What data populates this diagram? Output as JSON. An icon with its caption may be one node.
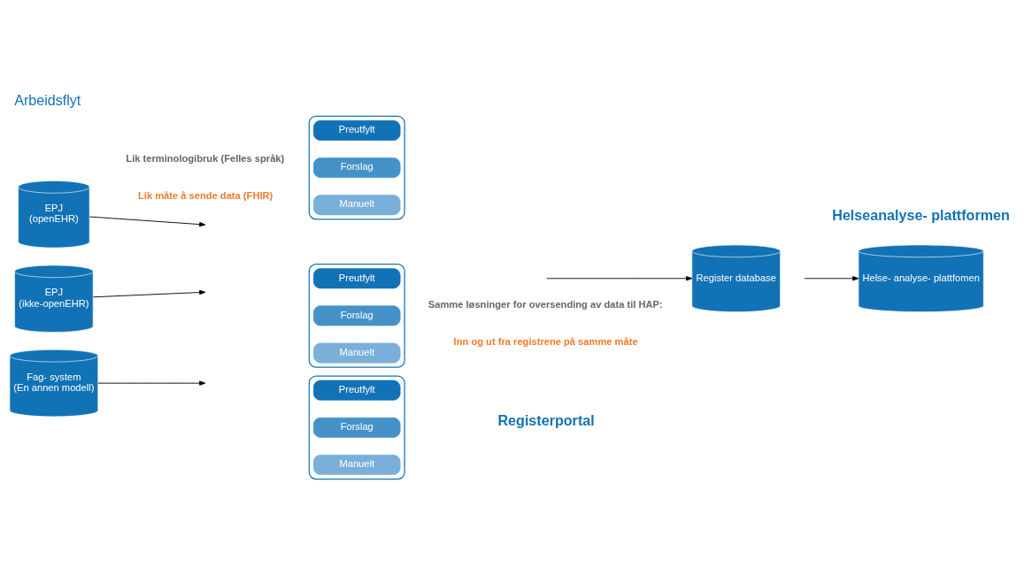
{
  "diagram": {
    "title": "Arbeidsflyt",
    "nodes": [
      {
        "text": [
          "EPJ",
          "(openEHR)"
        ]
      },
      {
        "text": [
          "EPJ",
          "(ikke-openEHR)"
        ]
      },
      {
        "text": [
          "Fag- system",
          "(En annen modell)"
        ]
      },
      {
        "text": [],
        "shape": "box"
      },
      {
        "text": [
          "Preutfylt"
        ],
        "in": 3
      },
      {
        "text": [
          "Forslag"
        ],
        "in": 3
      },
      {
        "text": [
          "Manuelt"
        ],
        "in": 3
      },
      {
        "text": [],
        "shape": "box"
      },
      {
        "text": [
          "Preutfylt"
        ],
        "in": 7
      },
      {
        "text": [
          "Forslag"
        ],
        "in": 7
      },
      {
        "text": [
          "Manuelt"
        ],
        "in": 7
      },
      {
        "text": [],
        "shape": "box"
      },
      {
        "text": [
          "Preutfylt"
        ],
        "in": 11
      },
      {
        "text": [
          "Forslag"
        ],
        "in": 11
      },
      {
        "text": [
          "Manuelt"
        ],
        "in": 11
      },
      {
        "text": [
          "Register database"
        ]
      },
      {
        "text": [
          "Helse- analyse- plattfomen"
        ]
      }
    ],
    "edges": [
      {
        "from": 0,
        "to": null,
        "arrow": "to"
      },
      {
        "from": 1,
        "to": null,
        "arrow": "to"
      },
      {
        "from": 2,
        "to": null,
        "arrow": "to"
      },
      {
        "from": null,
        "to": 15,
        "arrow": "to"
      },
      {
        "from": null,
        "to": 16,
        "arrow": "to"
      }
    ],
    "labels": [
      "Registerportal",
      "Helseanalyse- plattformen",
      "Lik terminologibruk (Felles språk)",
      "Lik måte å sende data (FHIR)",
      "Samme løsninger for oversending av data til HAP:",
      "Inn og ut fra registrene på samme måte"
    ]
  }
}
